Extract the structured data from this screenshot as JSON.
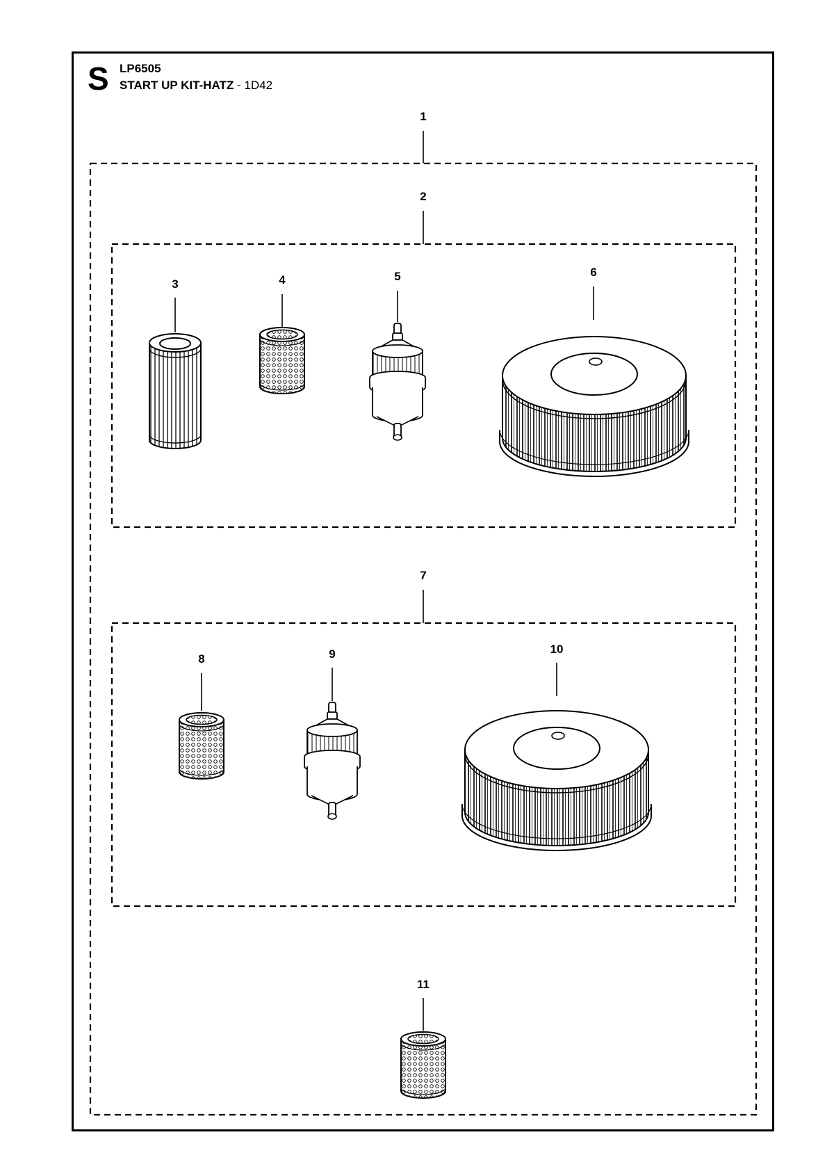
{
  "header": {
    "section_letter": "S",
    "model": "LP6505",
    "title": "START UP KIT-HATZ",
    "separator": " - ",
    "code": "1D42"
  },
  "callouts": [
    "1",
    "2",
    "3",
    "4",
    "5",
    "6",
    "7",
    "8",
    "9",
    "10",
    "11"
  ],
  "parts": [
    {
      "ref": "3",
      "icon": "cylindrical-oil-filter-icon"
    },
    {
      "ref": "4",
      "icon": "perforated-filter-icon"
    },
    {
      "ref": "5",
      "icon": "inline-fuel-filter-icon"
    },
    {
      "ref": "6",
      "icon": "round-air-filter-icon"
    },
    {
      "ref": "8",
      "icon": "perforated-filter-icon"
    },
    {
      "ref": "9",
      "icon": "inline-fuel-filter-icon"
    },
    {
      "ref": "10",
      "icon": "round-air-filter-icon"
    },
    {
      "ref": "11",
      "icon": "perforated-filter-icon"
    }
  ]
}
